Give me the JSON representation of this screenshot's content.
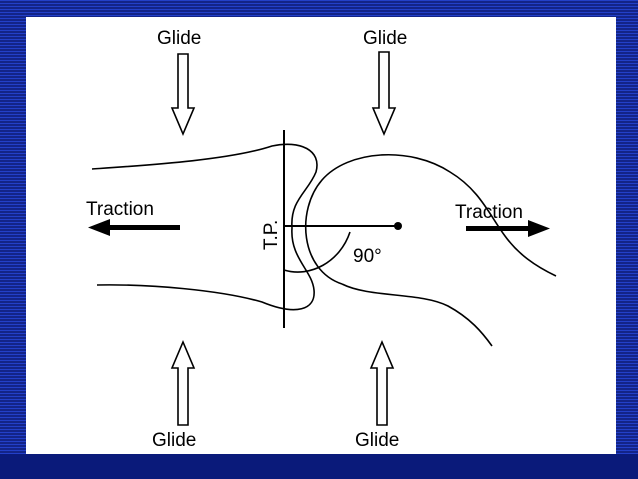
{
  "diagram": {
    "glide_top_left": "Glide",
    "glide_top_right": "Glide",
    "glide_bottom_left": "Glide",
    "glide_bottom_right": "Glide",
    "traction_left": "Traction",
    "traction_right": "Traction",
    "treatment_plane": "T.P.",
    "angle": "90°"
  }
}
